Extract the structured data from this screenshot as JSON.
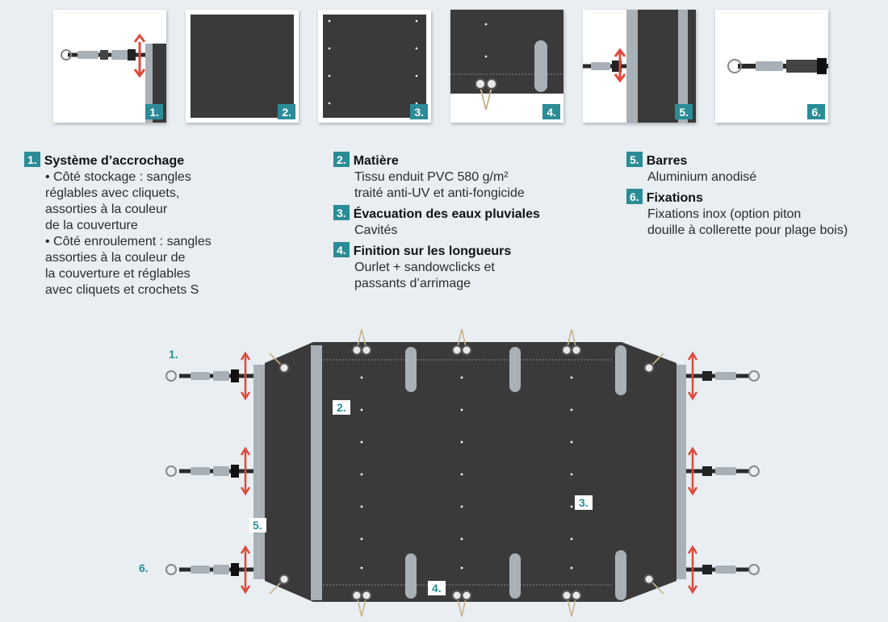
{
  "thumbnails": [
    {
      "num": "1.",
      "icon": "strap-ratchet-bar"
    },
    {
      "num": "2.",
      "icon": "fabric-sheet"
    },
    {
      "num": "3.",
      "icon": "drain-holes"
    },
    {
      "num": "4.",
      "icon": "hem-sandowclicks"
    },
    {
      "num": "5.",
      "icon": "aluminium-bars"
    },
    {
      "num": "6.",
      "icon": "stainless-fixation"
    }
  ],
  "sections": {
    "s1": {
      "num": "1.",
      "title": "Système d’accrochage",
      "lines": [
        "• Côté stockage : sangles",
        "réglables avec cliquets,",
        "assorties à la couleur",
        "de la couverture",
        "• Côté enroulement : sangles",
        "assorties à la couleur de",
        "la couverture et réglables",
        "avec cliquets et crochets S"
      ]
    },
    "s2": {
      "num": "2.",
      "title": "Matière",
      "lines": [
        "Tissu enduit PVC 580 g/m²",
        "traité anti-UV et anti-fongicide"
      ]
    },
    "s3": {
      "num": "3.",
      "title": "Évacuation des eaux pluviales",
      "lines": [
        "Cavités"
      ]
    },
    "s4": {
      "num": "4.",
      "title": "Finition sur les longueurs",
      "lines": [
        "Ourlet + sandowclicks et",
        "passants d’arrimage"
      ]
    },
    "s5": {
      "num": "5.",
      "title": "Barres",
      "lines": [
        "Aluminium anodisé"
      ]
    },
    "s6": {
      "num": "6.",
      "title": "Fixations",
      "lines": [
        "Fixations inox (option piton",
        "douille à collerette pour plage bois)"
      ]
    }
  },
  "diagram_labels": {
    "l1": "1.",
    "l2": "2.",
    "l3": "3.",
    "l4": "4.",
    "l5": "5.",
    "l6": "6."
  },
  "colors": {
    "accent": "#2a8c96",
    "cover": "#3a3a3a",
    "bar": "#a8b0b8",
    "arrow": "#e0493a",
    "background": "#e9eef2"
  }
}
